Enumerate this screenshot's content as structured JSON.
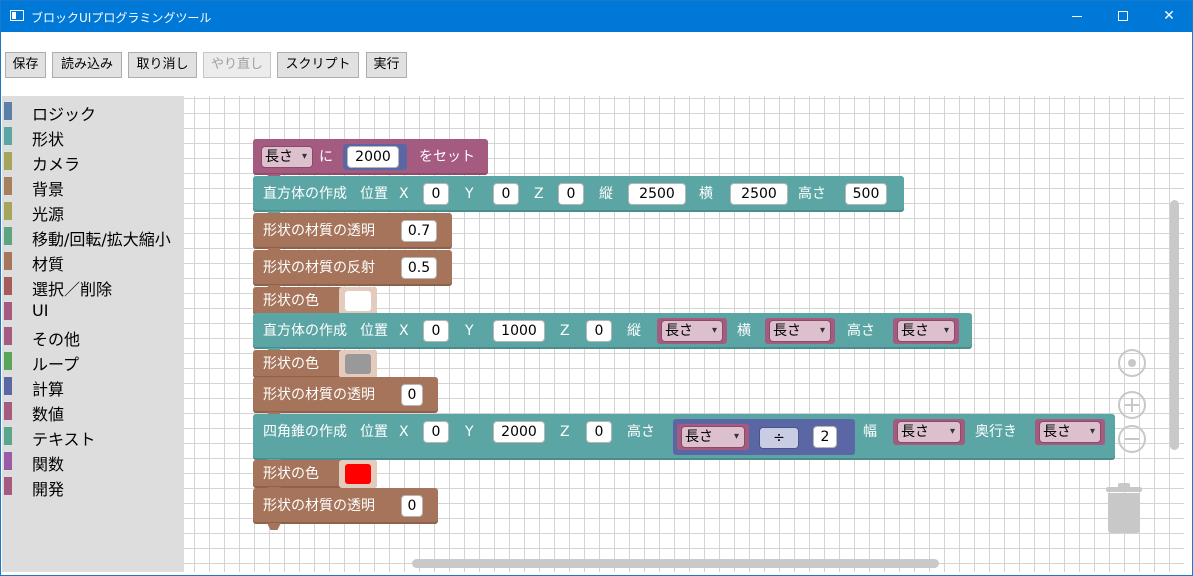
{
  "window": {
    "title": "ブロックUIプログラミングツール"
  },
  "toolbar": {
    "save": "保存",
    "load": "読み込み",
    "undo": "取り消し",
    "redo": "やり直し",
    "script": "スクリプト",
    "run": "実行"
  },
  "sidebar": {
    "items": [
      {
        "label": "ロジック",
        "color": "#5b80a5"
      },
      {
        "label": "形状",
        "color": "#5ba5a5"
      },
      {
        "label": "カメラ",
        "color": "#a5a55b"
      },
      {
        "label": "背景",
        "color": "#a5805b"
      },
      {
        "label": "光源",
        "color": "#a5a55b"
      },
      {
        "label": "移動/回転/拡大縮小",
        "color": "#5ba580"
      },
      {
        "label": "材質",
        "color": "#a5745b"
      },
      {
        "label": "選択／削除",
        "color": "#a55b5b"
      },
      {
        "label": "UI",
        "color": "#a55b80"
      },
      {
        "label": "その他",
        "color": "#a55b80"
      },
      {
        "label": "ループ",
        "color": "#5ba55b"
      },
      {
        "label": "計算",
        "color": "#5b67a5"
      },
      {
        "label": "数値",
        "color": "#a55b80"
      },
      {
        "label": "テキスト",
        "color": "#5ba58c"
      },
      {
        "label": "関数",
        "color": "#995ba5"
      },
      {
        "label": "開発",
        "color": "#a55b80"
      }
    ]
  },
  "colors": {
    "set": "#a55b80",
    "shape": "#5ba5a5",
    "material": "#a5745b",
    "math": "#5b67a5",
    "variable": "#a55b80",
    "white": "#ffffff",
    "gray": "#999999",
    "red": "#ff0000"
  },
  "blocks": {
    "b1": {
      "var": "長さ",
      "to": "に",
      "value": "2000",
      "set": "をセット"
    },
    "b2": {
      "create": "直方体の作成",
      "pos": "位置",
      "x": "X",
      "y": "Y",
      "z": "Z",
      "xv": "0",
      "yv": "0",
      "zv": "0",
      "depth": "縦",
      "dv": "2500",
      "width": "横",
      "wv": "2500",
      "height": "高さ",
      "hv": "500"
    },
    "b3": {
      "label": "形状の材質の透明",
      "value": "0.7"
    },
    "b4": {
      "label": "形状の材質の反射",
      "value": "0.5"
    },
    "b5": {
      "label": "形状の色"
    },
    "b6": {
      "create": "直方体の作成",
      "pos": "位置",
      "x": "X",
      "y": "Y",
      "z": "Z",
      "xv": "0",
      "yv": "1000",
      "zv": "0",
      "depth": "縦",
      "dvar": "長さ",
      "width": "横",
      "wvar": "長さ",
      "height": "高さ",
      "hvar": "長さ"
    },
    "b7": {
      "label": "形状の色"
    },
    "b8": {
      "label": "形状の材質の透明",
      "value": "0"
    },
    "b9": {
      "create": "四角錐の作成",
      "pos": "位置",
      "x": "X",
      "y": "Y",
      "z": "Z",
      "xv": "0",
      "yv": "2000",
      "zv": "0",
      "height": "高さ",
      "hvar": "長さ",
      "op": "÷",
      "div": "2",
      "width": "幅",
      "wvar": "長さ",
      "deep": "奥行き",
      "dvar": "長さ"
    },
    "b10": {
      "label": "形状の色"
    },
    "b11": {
      "label": "形状の材質の透明",
      "value": "0"
    }
  }
}
